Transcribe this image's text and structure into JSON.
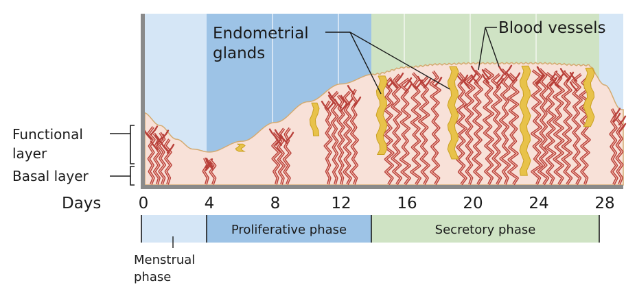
{
  "colors": {
    "menstrual": "#d5e6f6",
    "proliferative": "#9dc3e6",
    "secretory": "#cfe3c4",
    "tissue": "#f8e1d8",
    "tissue_edge": "#d4aa70",
    "vessel": "#b8403a",
    "vessel_light": "#f2b9ab",
    "gland": "#e8c24a",
    "gland_edge": "#c9a020",
    "axis": "#8a8a8a"
  },
  "labels": {
    "endometrial_glands_line1": "Endometrial",
    "endometrial_glands_line2": "glands",
    "blood_vessels": "Blood vessels",
    "functional_layer_line1": "Functional",
    "functional_layer_line2": "layer",
    "basal_layer": "Basal layer",
    "days": "Days"
  },
  "day_ticks": [
    "0",
    "4",
    "8",
    "12",
    "16",
    "20",
    "24",
    "28"
  ],
  "phases": {
    "menstrual_line1": "Menstrual",
    "menstrual_line2": "phase",
    "proliferative": "Proliferative phase",
    "secretory": "Secretory phase"
  },
  "thickness_by_day": [
    {
      "day": 0,
      "level": 0.47
    },
    {
      "day": 1,
      "level": 0.34
    },
    {
      "day": 2,
      "level": 0.2
    },
    {
      "day": 3,
      "level": 0.1
    },
    {
      "day": 4,
      "level": 0.07
    },
    {
      "day": 6,
      "level": 0.18
    },
    {
      "day": 8,
      "level": 0.37
    },
    {
      "day": 10,
      "level": 0.58
    },
    {
      "day": 12,
      "level": 0.76
    },
    {
      "day": 14,
      "level": 0.86
    },
    {
      "day": 16,
      "level": 0.93
    },
    {
      "day": 18,
      "level": 0.96
    },
    {
      "day": 20,
      "level": 0.97
    },
    {
      "day": 24,
      "level": 0.97
    },
    {
      "day": 27,
      "level": 0.95
    },
    {
      "day": 28,
      "level": 0.75
    },
    {
      "day": 29,
      "level": 0.5
    }
  ]
}
